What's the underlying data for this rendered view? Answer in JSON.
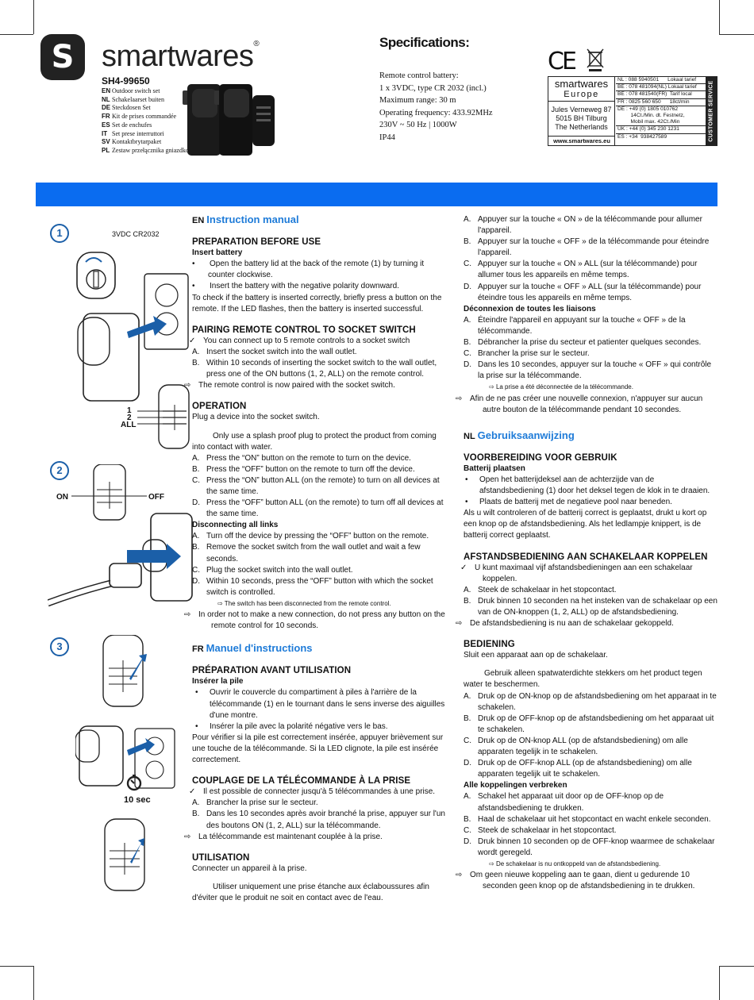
{
  "header": {
    "brand": "smartwares",
    "logo_letter": "S",
    "model": "SH4-99650",
    "languages": [
      {
        "code": "EN",
        "name": "Outdoor switch set"
      },
      {
        "code": "NL",
        "name": "Schakelaarset buiten"
      },
      {
        "code": "DE",
        "name": "Steckdosen Set"
      },
      {
        "code": "FR",
        "name": "Kit de prises commandée"
      },
      {
        "code": "ES",
        "name": "Set de enchufes"
      },
      {
        "code": "IT",
        "name": "Set prese interruttori"
      },
      {
        "code": "SV",
        "name": "Kontaktbrytarpaket"
      },
      {
        "code": "PL",
        "name": "Zestaw przełącznika gniazdkowego"
      }
    ]
  },
  "specs": {
    "title": "Specifications:",
    "lines": [
      "Remote control battery:",
      "1 x 3VDC, type CR 2032 (incl.)",
      "Maximum range: 30 m",
      "Operating frequency: 433.92MHz",
      "230V ~ 50 Hz | 1000W",
      "IP44"
    ]
  },
  "marks": {
    "ce": "CE"
  },
  "customer_service": {
    "brand": "smartwares",
    "region": "Europe",
    "address": [
      "Jules Verneweg 87",
      "5015 BH Tilburg",
      "The Netherlands"
    ],
    "website": "www.smartwares.eu",
    "band_label": "CUSTOMER SERVICE",
    "rows": [
      "NL : 088 5940501      Lokaal tarief",
      "BE : 078 481094(NL) Lokaal tarief",
      "BE : 078 481540(FR)  Tarif local",
      "FR : 0825 560 650      18ct/min",
      "DE : +49 (0) 1805 010762",
      "         14Ct./Min. dt. Festnetz,",
      "         Mobil max. 42Ct./Min",
      "UK : +44 (0) 345 230 1231",
      "ES : +34  938427589"
    ]
  },
  "illustrations": {
    "step1": "1",
    "step2": "2",
    "step3": "3",
    "battery_label": "3VDC CR2032",
    "remote_labels": [
      "1",
      "2",
      "ALL"
    ],
    "on_label": "ON",
    "off_label": "OFF",
    "timer_label": "10 sec"
  },
  "en": {
    "lang": "EN",
    "title": "Instruction manual",
    "prep_title": "PREPARATION BEFORE USE",
    "insert_battery": "Insert battery",
    "battery_items": [
      "Open the battery lid at the back of the remote (1) by turning it counter clockwise.",
      "Insert the battery with the negative polarity downward."
    ],
    "battery_check": "To check if the battery is inserted correctly, briefly press a button on the remote. If the LED flashes, then the battery is inserted successful.",
    "pair_title": "PAIRING REMOTE CONTROL TO SOCKET SWITCH",
    "pair_check": "You can connect up to 5 remote controls to a socket switch",
    "pair_a": "Insert the socket switch into the wall outlet.",
    "pair_b": "Within 10 seconds of inserting the socket switch to the wall outlet, press one of the ON buttons (1, 2, ALL) on the remote control.",
    "pair_result": "The remote control is now paired with the socket switch.",
    "op_title": "OPERATION",
    "op_intro": "Plug a device into the socket switch.",
    "op_warning": "Only use a splash proof plug to protect the product from coming into contact with water.",
    "op_a": "Press the “ON” button on the remote to turn on the device.",
    "op_b": "Press the “OFF” button on the remote to turn off the device.",
    "op_c": "Press the “ON” button ALL (on the remote) to turn on all devices at the same time.",
    "op_d": "Press the “OFF” button ALL (on the remote) to turn off all devices at the same time.",
    "disc_title": "Disconnecting all links",
    "disc_a": "Turn off the device by pressing the “OFF” button on the remote.",
    "disc_b": "Remove the socket switch from the wall outlet and wait a few seconds.",
    "disc_c": "Plug the socket switch into the wall outlet.",
    "disc_d": "Within 10 seconds, press the “OFF” button with which the socket switch is controlled.",
    "disc_result": "The switch has been disconnected from the remote control.",
    "disc_note": "In order not to make a new connection, do not press any button on the remote control for 10 seconds."
  },
  "fr": {
    "lang": "FR",
    "title": "Manuel d'instructions",
    "prep_title": "PRÉPARATION AVANT UTILISATION",
    "insert_battery": "Insérer la pile",
    "battery_items": [
      "Ouvrir le couvercle du compartiment à piles à l'arrière de la télécommande (1) en le tournant dans le sens inverse des aiguilles d'une montre.",
      "Insérer la pile avec la polarité négative vers le bas."
    ],
    "battery_check": "Pour vérifier si la pile est correctement insérée, appuyer brièvement sur une touche de la télécommande. Si la LED clignote, la pile est insérée correctement.",
    "pair_title": "COUPLAGE DE LA TÉLÉCOMMANDE À LA PRISE",
    "pair_check": "Il est possible de connecter jusqu'à 5 télécommandes à une prise.",
    "pair_a": "Brancher la prise sur le secteur.",
    "pair_b": "Dans les 10 secondes après avoir branché la prise, appuyer sur l'un des boutons ON (1, 2, ALL) sur la télécommande.",
    "pair_result": "La télécommande est maintenant couplée à la prise.",
    "op_title": "UTILISATION",
    "op_intro": "Connecter un appareil à la prise.",
    "op_warning": "Utiliser uniquement une prise étanche aux éclaboussures afin d'éviter que le produit ne soit en contact avec de l'eau.",
    "op_a": "Appuyer sur la touche « ON » de la télécommande pour allumer l'appareil.",
    "op_b": "Appuyer sur la touche « OFF » de la télécommande pour éteindre l'appareil.",
    "op_c": "Appuyer sur la touche « ON » ALL (sur la télécommande) pour allumer tous les appareils en même temps.",
    "op_d": "Appuyer sur la touche « OFF » ALL (sur la télécommande) pour éteindre tous les appareils en même temps.",
    "disc_title": "Déconnexion de toutes les liaisons",
    "disc_a": "Éteindre l'appareil en appuyant sur la touche « OFF » de la télécommande.",
    "disc_b": "Débrancher la prise du secteur et patienter quelques secondes.",
    "disc_c": "Brancher la prise sur le secteur.",
    "disc_d": "Dans les 10 secondes, appuyer sur la touche « OFF » qui contrôle la prise sur la télécommande.",
    "disc_result": "La prise a été déconnectée de la télécommande.",
    "disc_note": "Afin de ne pas créer une nouvelle connexion, n'appuyer sur aucun autre bouton de la télécommande pendant 10 secondes."
  },
  "nl": {
    "lang": "NL",
    "title": "Gebruiksaanwijzing",
    "prep_title": "VOORBEREIDING VOOR GEBRUIK",
    "insert_battery": "Batterij plaatsen",
    "battery_items": [
      "Open het batterijdeksel aan de achterzijde van de afstandsbediening (1) door het deksel tegen de klok in te draaien.",
      "Plaats de batterij met de negatieve pool naar beneden."
    ],
    "battery_check": "Als u wilt controleren of de batterij correct is geplaatst, drukt u kort op een knop op de afstandsbediening. Als het ledlampje knippert, is de batterij correct geplaatst.",
    "pair_title": "AFSTANDSBEDIENING AAN SCHAKELAAR KOPPELEN",
    "pair_check": "U kunt maximaal vijf afstandsbedieningen aan een schakelaar koppelen.",
    "pair_a": "Steek de schakelaar in het stopcontact.",
    "pair_b": "Druk binnen 10 seconden na het insteken van de schakelaar op een van de ON-knoppen (1, 2, ALL) op de afstandsbediening.",
    "pair_result": "De afstandsbediening is nu aan de schakelaar gekoppeld.",
    "op_title": "BEDIENING",
    "op_intro": "Sluit een apparaat aan op de schakelaar.",
    "op_warning": "Gebruik alleen spatwaterdichte stekkers om het product tegen water te beschermen.",
    "op_a": "Druk op de ON-knop op de afstandsbediening om het apparaat in te schakelen.",
    "op_b": "Druk op de OFF-knop op de afstandsbediening om het apparaat uit te schakelen.",
    "op_c": "Druk op de ON-knop ALL (op de afstandsbediening) om alle apparaten tegelijk in te schakelen.",
    "op_d": "Druk op de OFF-knop ALL (op de afstandsbediening) om alle apparaten tegelijk uit te schakelen.",
    "disc_title": "Alle koppelingen verbreken",
    "disc_a": "Schakel het apparaat uit door op de OFF-knop op de afstandsbediening te drukken.",
    "disc_b": "Haal de schakelaar uit het stopcontact en wacht enkele seconden.",
    "disc_c": "Steek de schakelaar in het stopcontact.",
    "disc_d": "Druk binnen 10 seconden op de OFF-knop waarmee de schakelaar wordt geregeld.",
    "disc_result": "De schakelaar is nu ontkoppeld van de afstandsbediening.",
    "disc_note": "Om geen nieuwe koppeling aan te gaan, dient u gedurende 10 seconden geen knop op de afstandsbediening in te drukken."
  },
  "markers": {
    "bullet": "•",
    "check": "✓",
    "arrow": "⇨",
    "a": "A.",
    "b": "B.",
    "c": "C.",
    "d": "D."
  }
}
